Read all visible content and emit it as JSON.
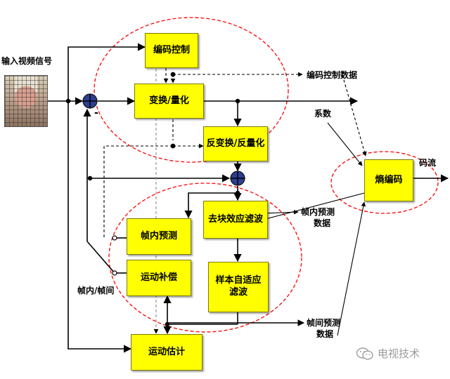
{
  "blocks": {
    "coding_control": "编码控制",
    "transform_quant": "变换/量化",
    "inverse_transform": "反变换/反量化",
    "deblocking": "去块效应滤波",
    "intra_pred": "帧内预测",
    "motion_comp": "运动补偿",
    "sao_line1": "样本自适应",
    "sao_line2": "滤波",
    "entropy": "熵编码",
    "motion_est": "运动估计"
  },
  "labels": {
    "input_video": "输入视频信号",
    "coding_control_data": "编码控制数据",
    "coefficients": "系数",
    "bitstream": "码流",
    "intra_data_line1": "帧内预测",
    "intra_data_line2": "数据",
    "inter_data_line1": "帧间预测",
    "inter_data_line2": "数据",
    "intra_inter_switch": "帧内/帧间",
    "minus_sign": "-"
  },
  "watermark": {
    "text": "电视技术"
  },
  "colors": {
    "block_fill": "#ffff00",
    "dashed_ellipse": "#ff0000",
    "adder": "#2e3f8f"
  }
}
